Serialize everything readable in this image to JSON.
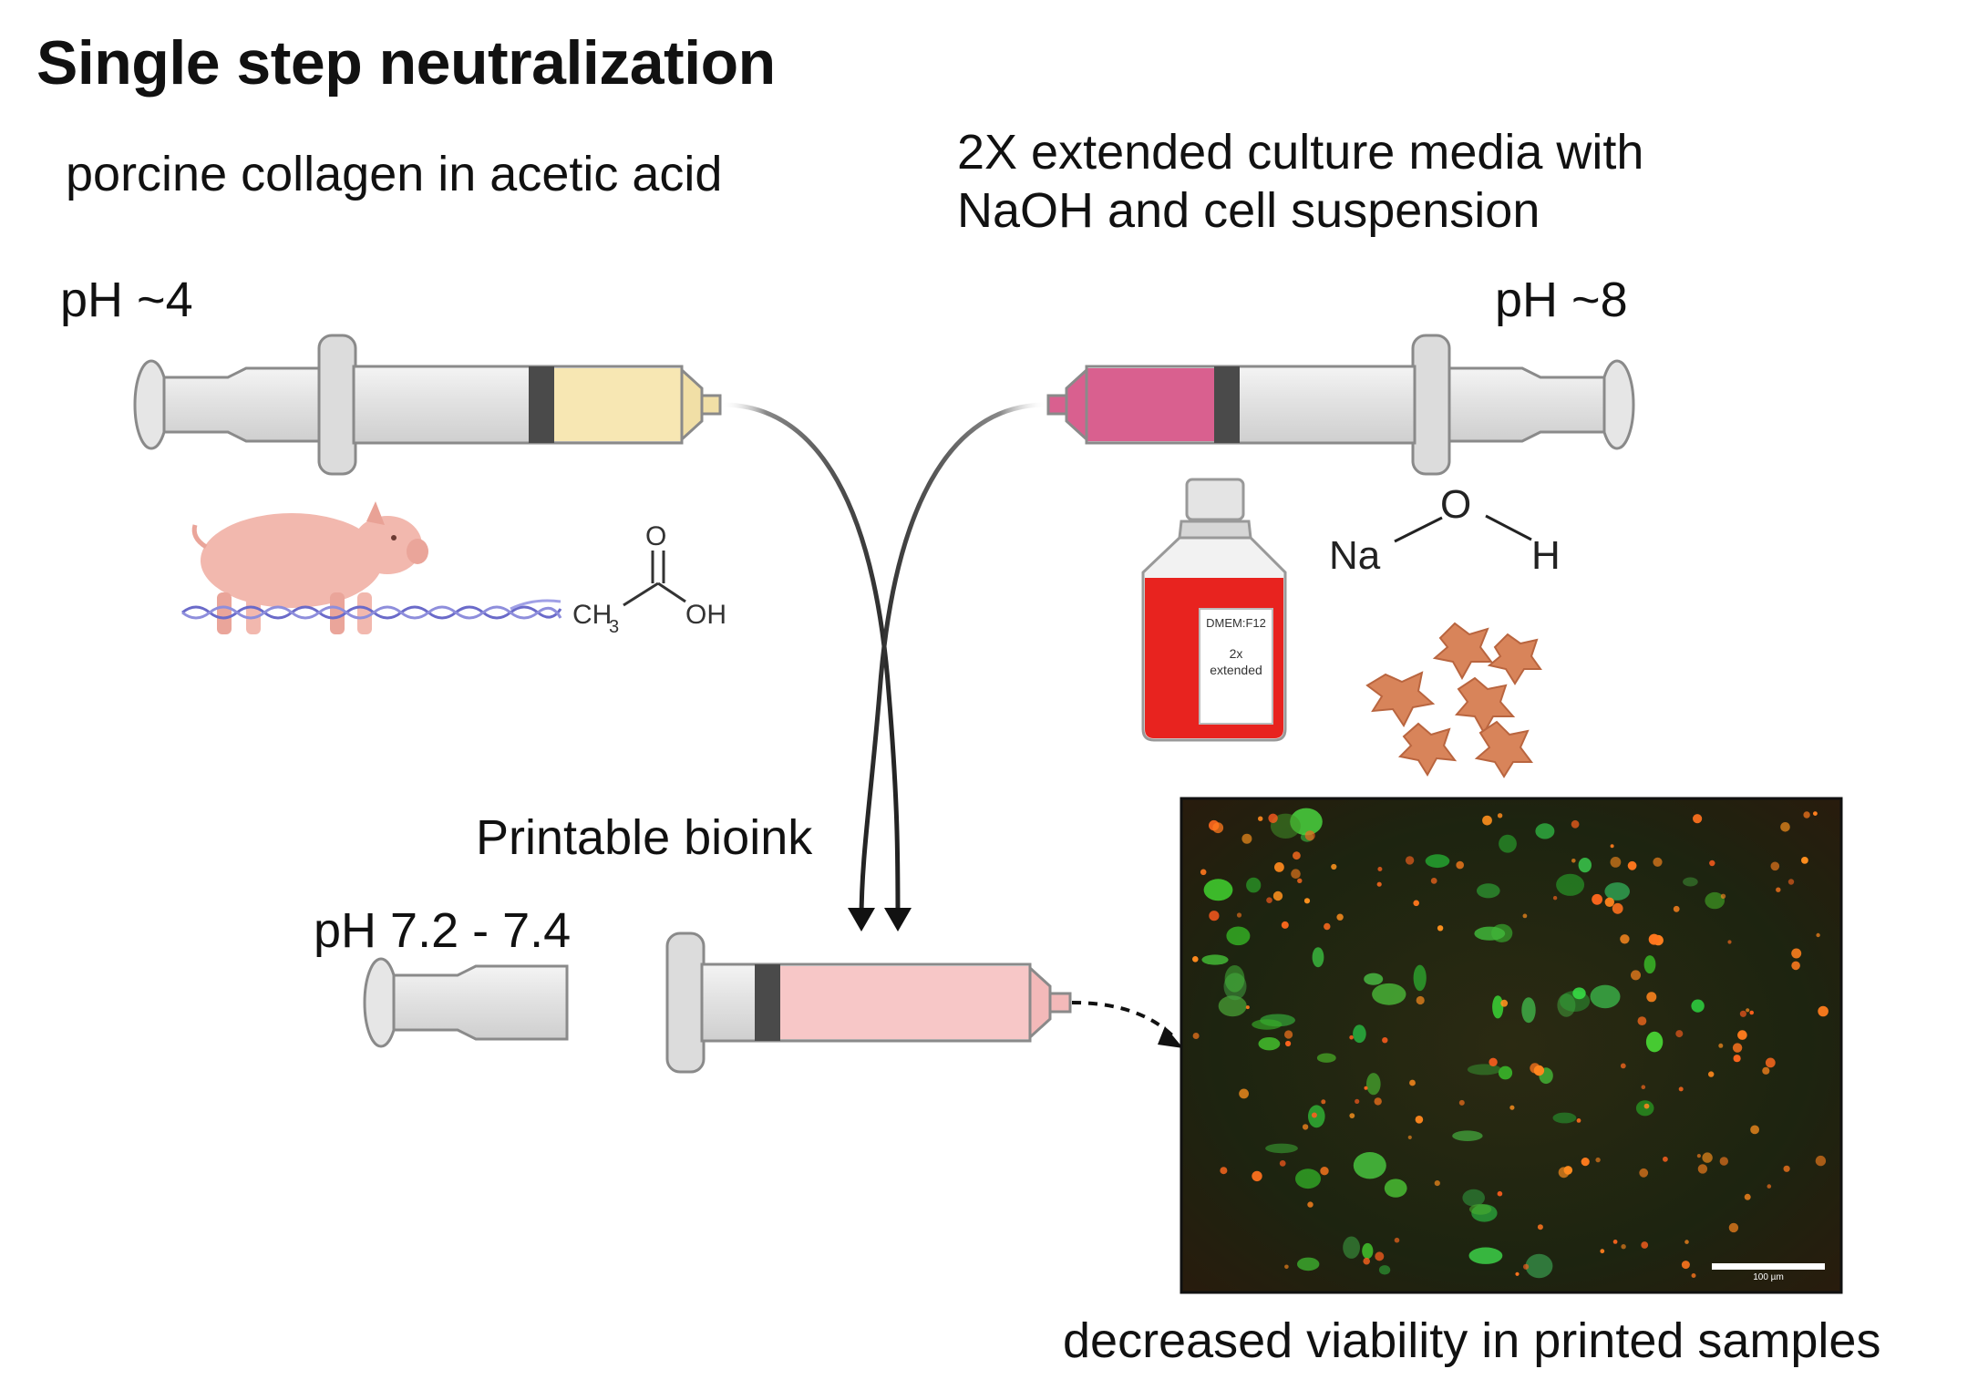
{
  "title": "Single step neutralization",
  "left_syringe": {
    "label": "porcine collagen in acetic acid",
    "ph": "pH ~4",
    "fill_color": "#f7e7b3"
  },
  "right_syringe": {
    "label_line1": "2X extended culture media with",
    "label_line2": "NaOH and cell suspension",
    "ph": "pH ~8",
    "fill_color": "#d9608f"
  },
  "mixed_syringe": {
    "label": "Printable bioink",
    "ph": "pH 7.2 - 7.4",
    "fill_color": "#f7c7c7"
  },
  "acetic_acid": {
    "ch3": "CH",
    "sub": "3",
    "o": "O",
    "oh": "OH"
  },
  "naoh": {
    "na": "Na",
    "o": "O",
    "h": "H"
  },
  "media_bottle": {
    "line1": "DMEM:F12",
    "line2": "2x",
    "line3": "extended",
    "fill_color": "#e8231f"
  },
  "micrograph": {
    "scale_text": "100 µm"
  },
  "result_label": "decreased viability in printed samples",
  "icons": [
    "pig-icon",
    "collagen-fiber-icon",
    "media-bottle-icon",
    "cells-icon"
  ]
}
